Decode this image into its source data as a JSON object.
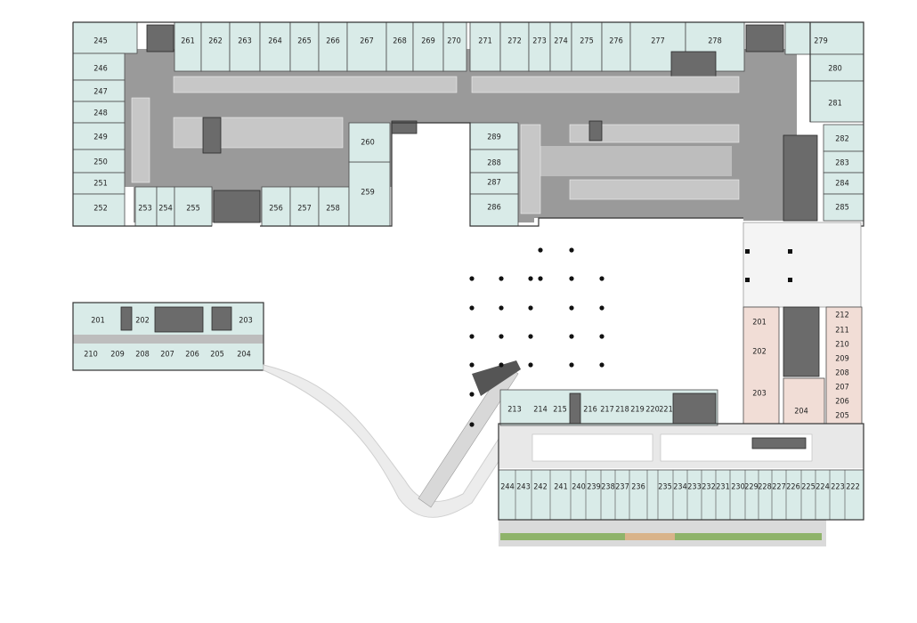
{
  "colors": {
    "unit": "#d9ebe8",
    "unit_pink": "#f1ddd6",
    "parking": "#9a9a9a",
    "core": "#6b6b6b",
    "landscape": "#8fb36a",
    "deck": "#d9b38a"
  },
  "units": {
    "north_top": [
      "245",
      "261",
      "262",
      "263",
      "264",
      "265",
      "266",
      "267",
      "268",
      "269",
      "270",
      "271",
      "272",
      "273",
      "274",
      "275",
      "276",
      "277",
      "278",
      "279"
    ],
    "west_stack": [
      "246",
      "247",
      "248",
      "249",
      "250",
      "251",
      "252"
    ],
    "south_west": [
      "253",
      "254",
      "255",
      "256",
      "257",
      "258",
      "259",
      "260"
    ],
    "central_stack": [
      "289",
      "288",
      "287",
      "286"
    ],
    "east_stack": [
      "280",
      "281",
      "282",
      "283",
      "284",
      "285"
    ],
    "annex_top": [
      "201",
      "202",
      "203"
    ],
    "annex_bottom": [
      "210",
      "209",
      "208",
      "207",
      "206",
      "205",
      "204"
    ],
    "east_wing_left": [
      "201",
      "202",
      "203",
      "204"
    ],
    "east_wing_right": [
      "212",
      "211",
      "210",
      "209",
      "208",
      "207",
      "206",
      "205"
    ],
    "south_top": [
      "213",
      "214",
      "215",
      "216",
      "217",
      "218",
      "219",
      "220",
      "221"
    ],
    "south_bottom": [
      "244",
      "243",
      "242",
      "241",
      "240",
      "239",
      "238",
      "237",
      "236",
      "235",
      "234",
      "233",
      "232",
      "231",
      "230",
      "229",
      "228",
      "227",
      "226",
      "225",
      "224",
      "223",
      "222"
    ]
  }
}
